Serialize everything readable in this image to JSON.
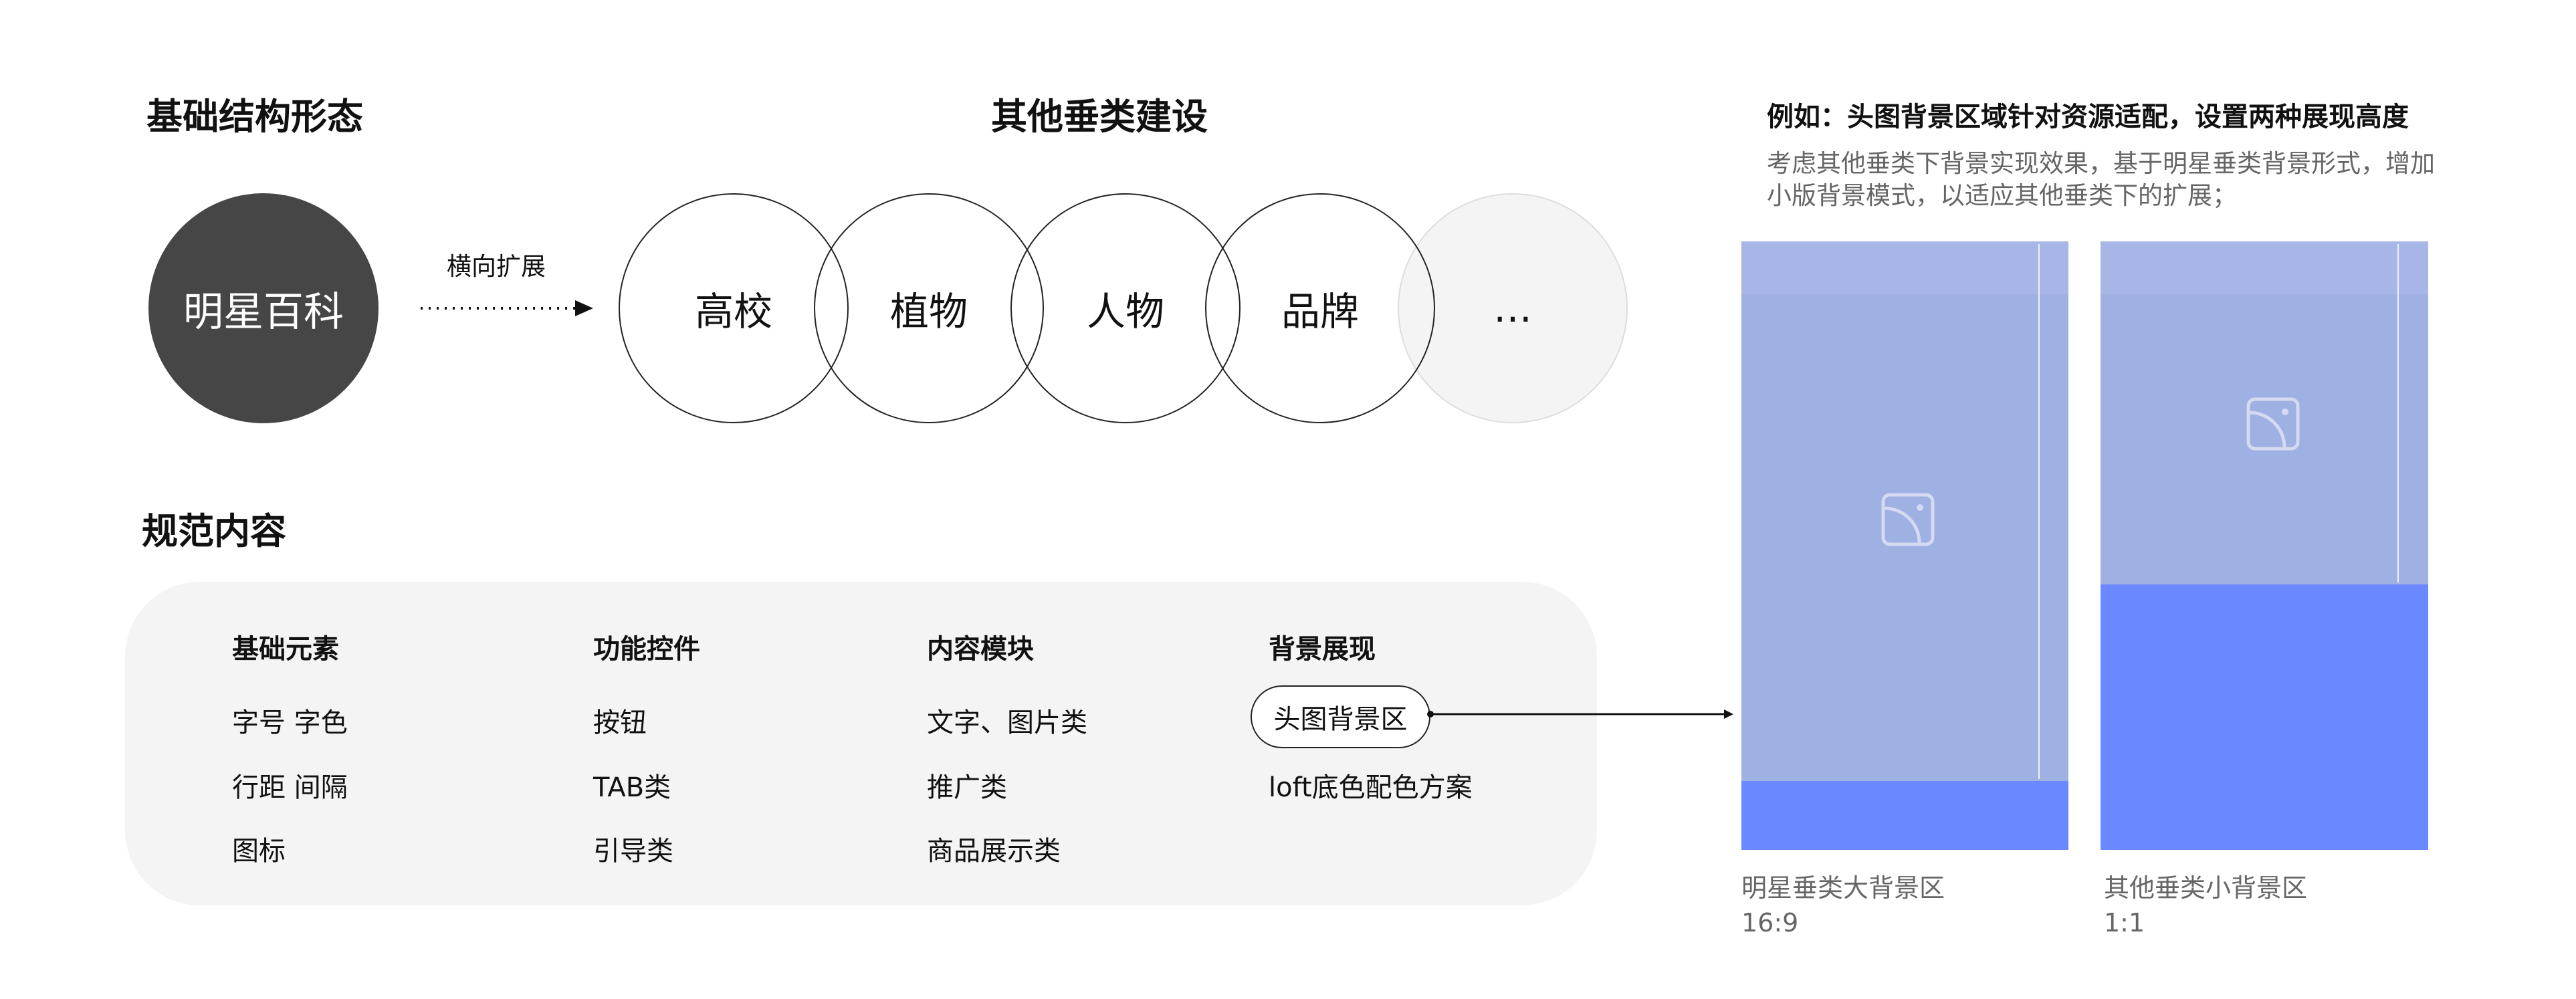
{
  "left_title": "基础结构形态",
  "base_circle": "明星百科",
  "expand_label": "横向扩展",
  "verticals_title": "其他垂类建设",
  "verticals": [
    "高校",
    "植物",
    "人物",
    "品牌",
    "…"
  ],
  "spec_title": "规范内容",
  "spec_columns": [
    {
      "header": "基础元素",
      "items": [
        "字号 字色",
        "行距 间隔",
        "图标"
      ]
    },
    {
      "header": "功能控件",
      "items": [
        "按钮",
        "TAB类",
        "引导类"
      ]
    },
    {
      "header": "内容模块",
      "items": [
        "文字、图片类",
        "推广类",
        "商品展示类"
      ]
    },
    {
      "header": "背景展现",
      "items": [
        "头图背景区",
        "loft底色配色方案"
      ]
    }
  ],
  "example": {
    "title": "例如：头图背景区域针对资源适配，设置两种展现高度",
    "desc_line1": "考虑其他垂类下背景实现效果，基于明星垂类背景形式，增加",
    "desc_line2": "小版背景模式，以适应其他垂类下的扩展；",
    "large": {
      "name": "明星垂类大背景区",
      "ratio": "16:9"
    },
    "small": {
      "name": "其他垂类小背景区",
      "ratio": "1:1"
    }
  },
  "colors": {
    "dark_circle": "#464646",
    "panel": "#f4f4f4",
    "bg_light": "#9fb0e2",
    "bg_band": "#a7b6e6",
    "blue": "#6a88ff"
  }
}
